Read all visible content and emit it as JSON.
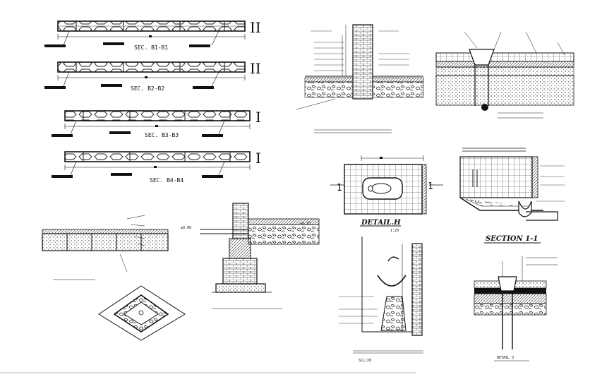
{
  "sections": {
    "b1": {
      "label": "SEC. B1-B1",
      "marker": "II"
    },
    "b2": {
      "label": "SEC. B2-B2",
      "marker": "II"
    },
    "b3": {
      "label": "SEC. B3-B3",
      "marker": "I"
    },
    "b4": {
      "label": "SEC. B4-B4",
      "marker": "I"
    }
  },
  "details": {
    "h_title": "DETAIL.H",
    "h_scale": "1:20",
    "section_title": "SECTION 1-1",
    "section_marker": "1",
    "detail_small": "DETAIL 3",
    "scale_bottom": "SCL/20",
    "level_a": "+0.10",
    "level_b": "±0.00"
  }
}
